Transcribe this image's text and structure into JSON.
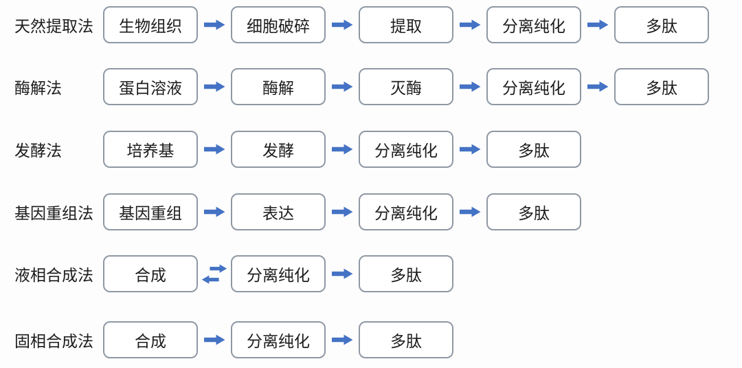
{
  "colors": {
    "arrow": "#4472C4",
    "box_border": "#8e98a3",
    "box_fill": "#ffffff",
    "text": "#1c1c1c",
    "background": "#fdfdfd"
  },
  "rows": [
    {
      "label": "天然提取法",
      "steps": [
        "生物组织",
        "细胞破碎",
        "提取",
        "分离纯化",
        "多肽"
      ],
      "connectors": [
        "right",
        "right",
        "right",
        "right"
      ]
    },
    {
      "label": "酶解法",
      "steps": [
        "蛋白溶液",
        "酶解",
        "灭酶",
        "分离纯化",
        "多肽"
      ],
      "connectors": [
        "right",
        "right",
        "right",
        "right"
      ]
    },
    {
      "label": "发酵法",
      "steps": [
        "培养基",
        "发酵",
        "分离纯化",
        "多肽"
      ],
      "connectors": [
        "right",
        "right",
        "right"
      ]
    },
    {
      "label": "基因重组法",
      "steps": [
        "基因重组",
        "表达",
        "分离纯化",
        "多肽"
      ],
      "connectors": [
        "right",
        "right",
        "right"
      ]
    },
    {
      "label": "液相合成法",
      "steps": [
        "合成",
        "分离纯化",
        "多肽"
      ],
      "connectors": [
        "reversible",
        "right"
      ]
    },
    {
      "label": "固相合成法",
      "steps": [
        "合成",
        "分离纯化",
        "多肽"
      ],
      "connectors": [
        "right",
        "right"
      ]
    }
  ]
}
